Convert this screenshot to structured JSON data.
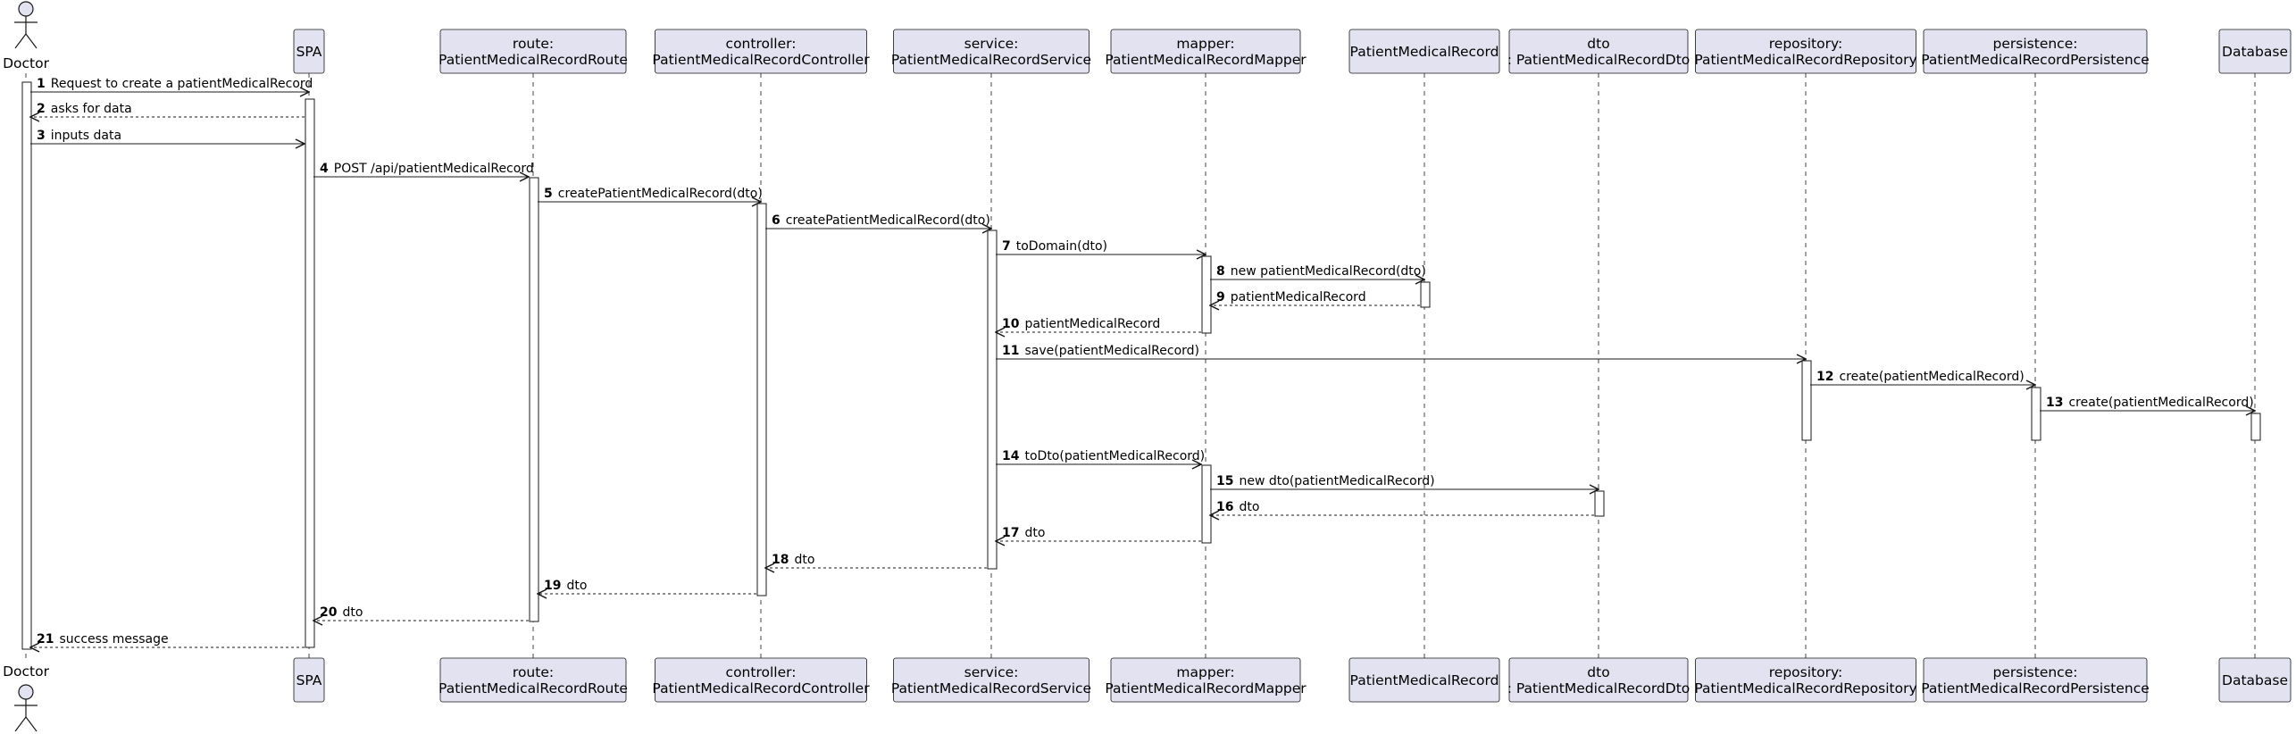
{
  "participants": [
    {
      "id": "doctor",
      "kind": "actor",
      "lines": [
        "Doctor"
      ]
    },
    {
      "id": "spa",
      "kind": "box",
      "lines": [
        "SPA"
      ]
    },
    {
      "id": "route",
      "kind": "box",
      "lines": [
        "route:",
        "PatientMedicalRecordRoute"
      ]
    },
    {
      "id": "controller",
      "kind": "box",
      "lines": [
        "controller:",
        "PatientMedicalRecordController"
      ]
    },
    {
      "id": "service",
      "kind": "box",
      "lines": [
        "service:",
        "PatientMedicalRecordService"
      ]
    },
    {
      "id": "mapper",
      "kind": "box",
      "lines": [
        "mapper:",
        "PatientMedicalRecordMapper"
      ]
    },
    {
      "id": "pmr",
      "kind": "box",
      "lines": [
        "PatientMedicalRecord"
      ]
    },
    {
      "id": "dto",
      "kind": "box",
      "lines": [
        "dto",
        ": PatientMedicalRecordDto"
      ]
    },
    {
      "id": "repository",
      "kind": "box",
      "lines": [
        "repository:",
        "PatientMedicalRecordRepository"
      ]
    },
    {
      "id": "persistence",
      "kind": "box",
      "lines": [
        "persistence:",
        "PatientMedicalRecordPersistence"
      ]
    },
    {
      "id": "database",
      "kind": "box",
      "lines": [
        "Database"
      ]
    }
  ],
  "messages": [
    {
      "num": "1",
      "from": "doctor",
      "to": "spa",
      "text": "Request to create a patientMedicalRecord",
      "type": "sync"
    },
    {
      "num": "2",
      "from": "spa",
      "to": "doctor",
      "text": "asks for data",
      "type": "reply"
    },
    {
      "num": "3",
      "from": "doctor",
      "to": "spa",
      "text": "inputs data",
      "type": "sync"
    },
    {
      "num": "4",
      "from": "spa",
      "to": "route",
      "text": "POST /api/patientMedicalRecord",
      "type": "sync"
    },
    {
      "num": "5",
      "from": "route",
      "to": "controller",
      "text": "createPatientMedicalRecord(dto)",
      "type": "sync"
    },
    {
      "num": "6",
      "from": "controller",
      "to": "service",
      "text": "createPatientMedicalRecord(dto)",
      "type": "sync"
    },
    {
      "num": "7",
      "from": "service",
      "to": "mapper",
      "text": "toDomain(dto)",
      "type": "sync"
    },
    {
      "num": "8",
      "from": "mapper",
      "to": "pmr",
      "text": "new patientMedicalRecord(dto)",
      "type": "sync"
    },
    {
      "num": "9",
      "from": "pmr",
      "to": "mapper",
      "text": "patientMedicalRecord",
      "type": "reply"
    },
    {
      "num": "10",
      "from": "mapper",
      "to": "service",
      "text": "patientMedicalRecord",
      "type": "reply"
    },
    {
      "num": "11",
      "from": "service",
      "to": "repository",
      "text": "save(patientMedicalRecord)",
      "type": "sync"
    },
    {
      "num": "12",
      "from": "repository",
      "to": "persistence",
      "text": "create(patientMedicalRecord)",
      "type": "sync"
    },
    {
      "num": "13",
      "from": "persistence",
      "to": "database",
      "text": "create(patientMedicalRecord)",
      "type": "sync"
    },
    {
      "num": "14",
      "from": "service",
      "to": "mapper",
      "text": "toDto(patientMedicalRecord)",
      "type": "sync"
    },
    {
      "num": "15",
      "from": "mapper",
      "to": "dto",
      "text": "new dto(patientMedicalRecord)",
      "type": "sync"
    },
    {
      "num": "16",
      "from": "dto",
      "to": "mapper",
      "text": "dto",
      "type": "reply"
    },
    {
      "num": "17",
      "from": "mapper",
      "to": "service",
      "text": "dto",
      "type": "reply"
    },
    {
      "num": "18",
      "from": "service",
      "to": "controller",
      "text": "dto",
      "type": "reply"
    },
    {
      "num": "19",
      "from": "controller",
      "to": "route",
      "text": "dto",
      "type": "reply"
    },
    {
      "num": "20",
      "from": "route",
      "to": "spa",
      "text": "dto",
      "type": "reply"
    },
    {
      "num": "21",
      "from": "spa",
      "to": "doctor",
      "text": "success message",
      "type": "reply"
    }
  ],
  "colors": {
    "participant_fill": "#E2E2F0",
    "participant_border": "#181818",
    "lifeline": "#181818",
    "activation_fill": "#ffffff",
    "line": "#181818",
    "text": "#000000"
  }
}
